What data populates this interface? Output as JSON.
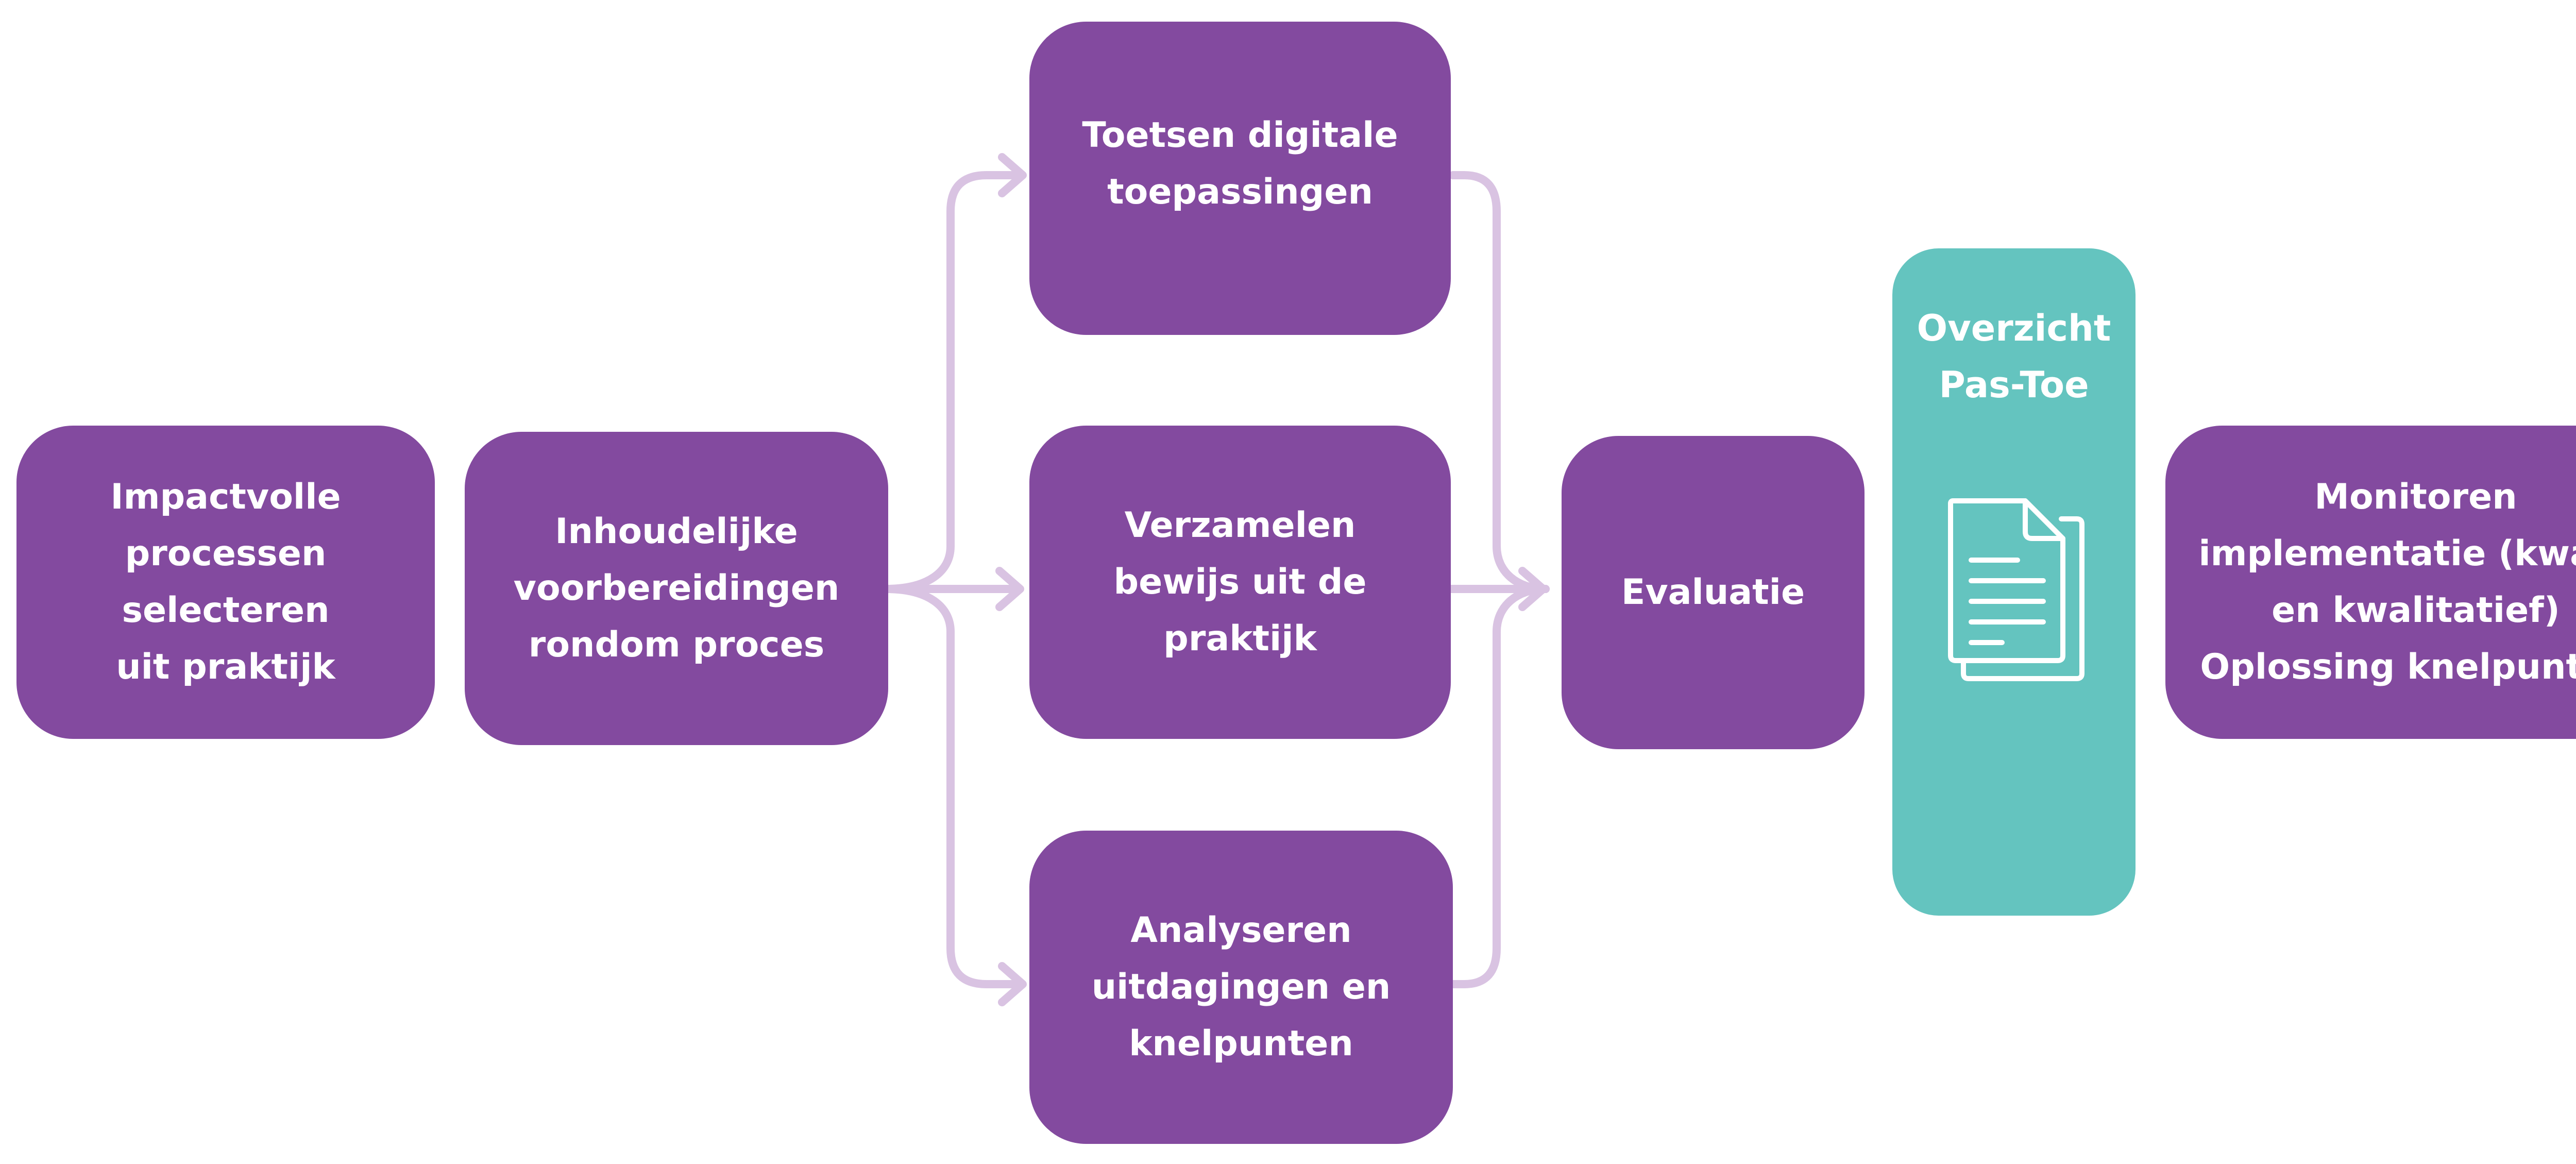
{
  "colors": {
    "box_fill": "#834a9f",
    "highlight_fill": "#64c4bf",
    "connector": "#d9c3e2",
    "text": "#ffffff"
  },
  "steps": {
    "impactvolle": "Impactvolle\nprocessen\nselecteren\nuit praktijk",
    "inhoudelijke": "Inhoudelijke\nvoorbereidingen\nrondom proces",
    "toetsen": "Toetsen digitale\ntoepassingen",
    "verzamelen": "Verzamelen\nbewijs uit de\npraktijk",
    "analyseren": "Analyseren\nuitdagingen en\nknelpunten",
    "evaluatie": "Evaluatie",
    "overzicht": "Overzicht\nPas-Toe",
    "monitoren": "Monitoren\nimplementatie (kwan-\nen kwalitatief)\nOplossing knelpunten"
  },
  "icons": {
    "overzicht_icon": "documents-icon"
  }
}
